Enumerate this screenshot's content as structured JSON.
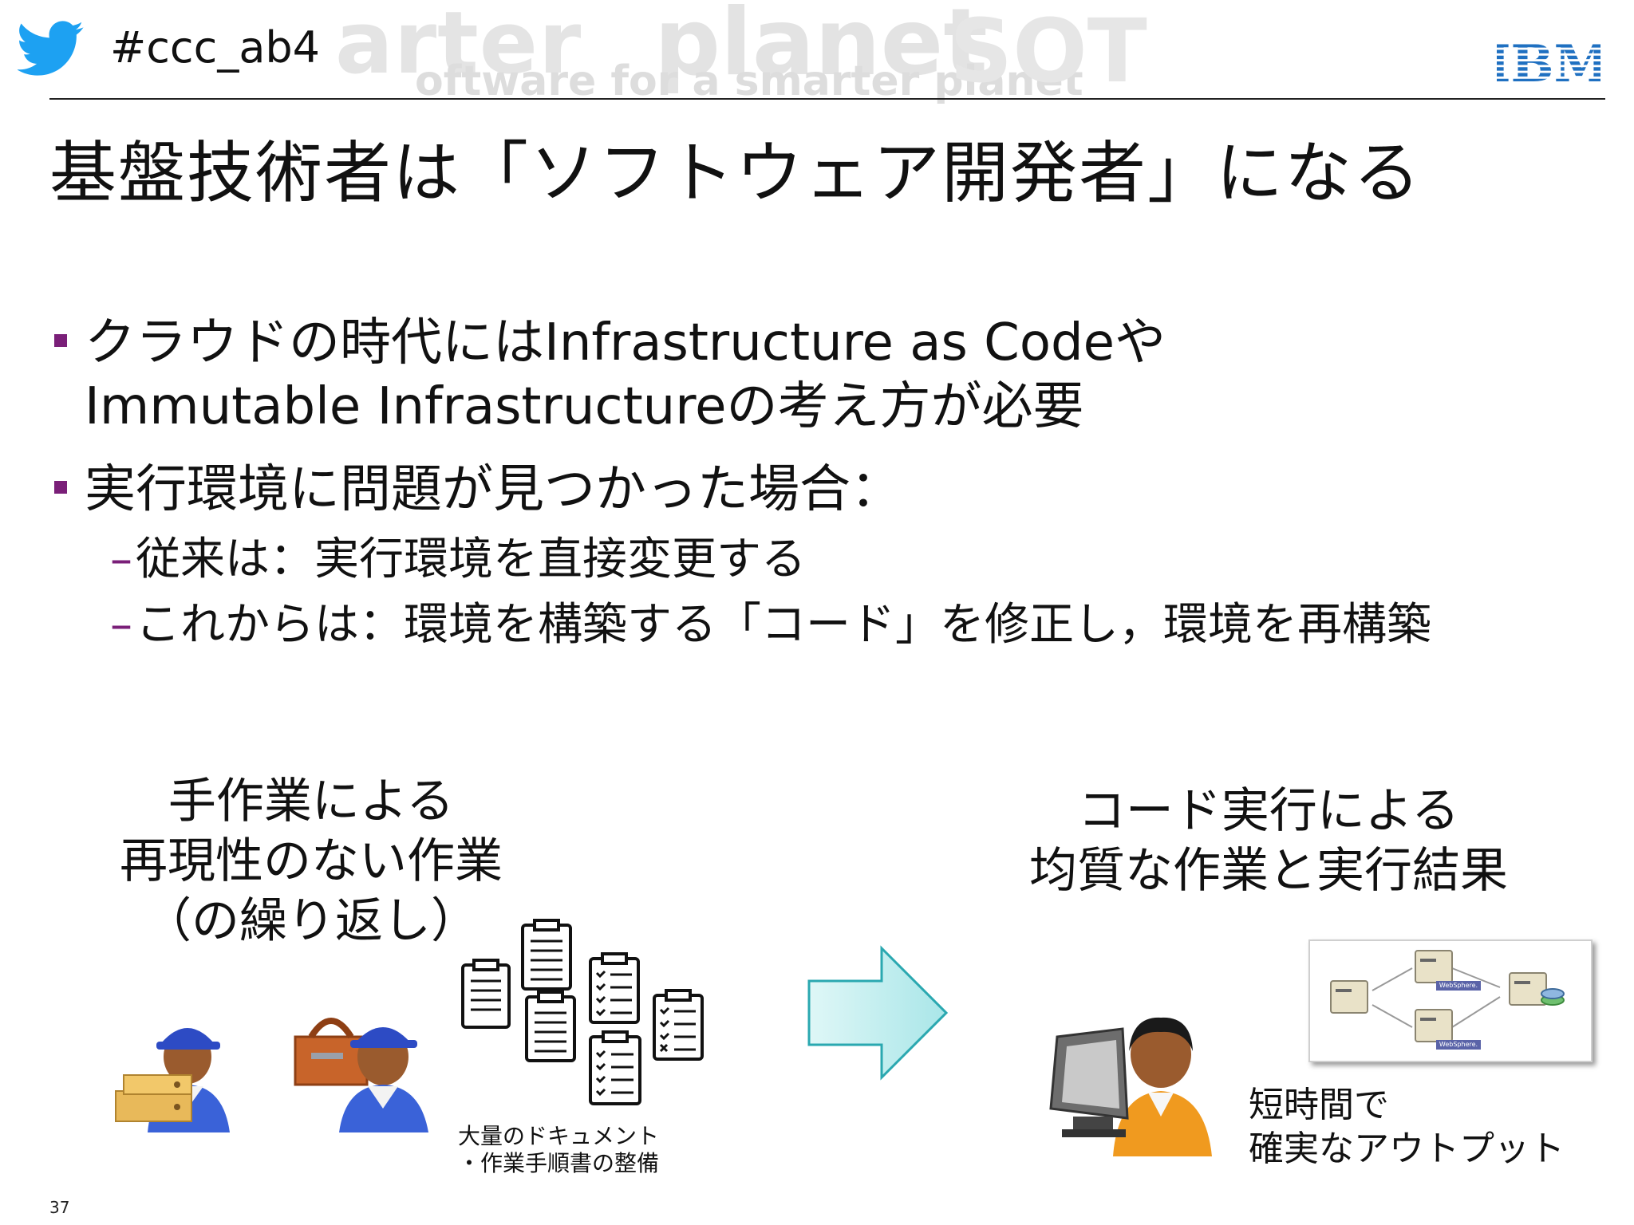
{
  "header": {
    "hashtag": "#ccc_ab4",
    "watermark": [
      "arter",
      "planet",
      "oftware for a smarter planet",
      "SOT"
    ],
    "logo_text": "IBM"
  },
  "title": "基盤技術者は「ソフトウェア開発者」になる",
  "bullets": [
    {
      "lines": [
        "クラウドの時代にはInfrastructure as Codeや",
        "Immutable Infrastructureの考え方が必要"
      ]
    },
    {
      "text": "実行環境に問題が見つかった場合：",
      "sub": [
        "従来は：実行環境を直接変更する",
        "これからは：環境を構築する「コード」を修正し，環境を再構築"
      ]
    }
  ],
  "left_caption": [
    "手作業による",
    "再現性のない作業",
    "（の繰り返し）"
  ],
  "doc_caption": [
    "大量のドキュメント",
    "・作業手順書の整備"
  ],
  "right_caption": [
    "コード実行による",
    "均質な作業と実行結果"
  ],
  "output_caption": [
    "短時間で",
    "確実なアウトプット"
  ],
  "websphere_label": "WebSphere.",
  "slide_number": "37",
  "colors": {
    "accent": "#7a1f78",
    "twitter": "#1da1f2",
    "ibm": "#1f70c1",
    "arrow": "#2aa8b0"
  }
}
